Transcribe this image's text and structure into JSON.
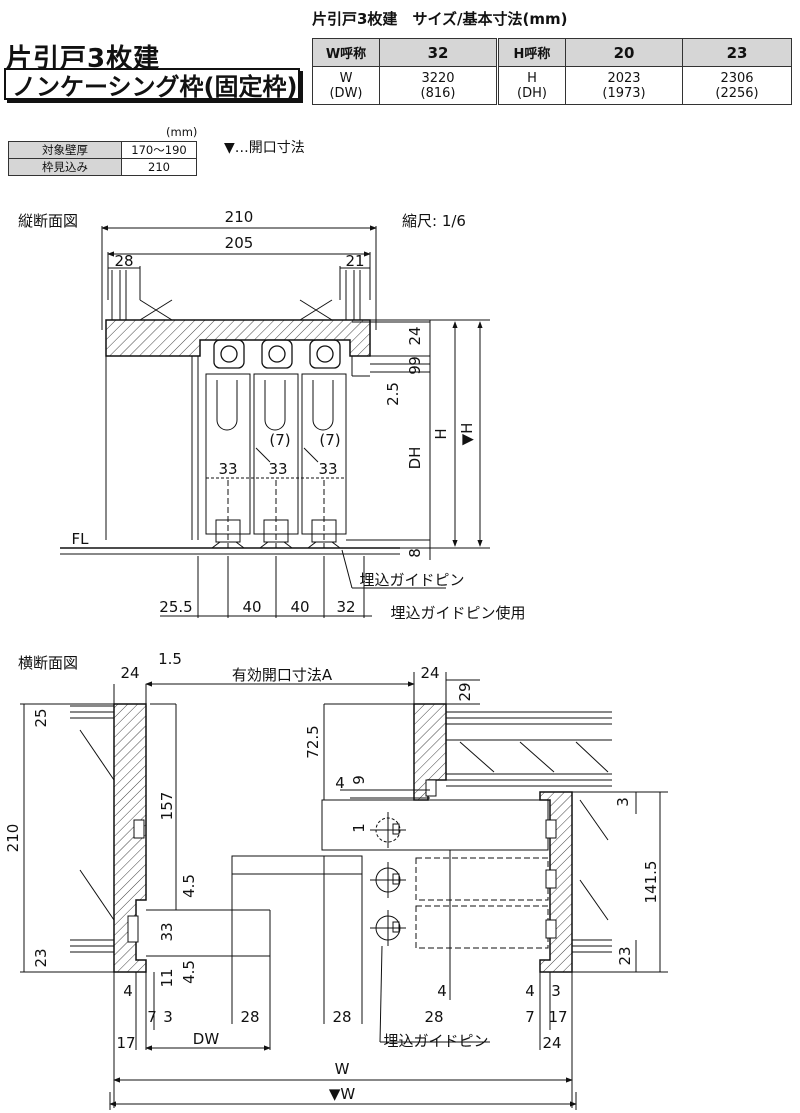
{
  "title": {
    "line1": "片引戸3枚建",
    "line2": "ノンケーシング枠(固定枠)"
  },
  "spec": {
    "title": "片引戸3枚建　サイズ/基本寸法(mm)",
    "w_header": "W呼称",
    "w_size": "32",
    "w_label": "W",
    "w_label_sub": "(DW)",
    "w_value": "3220",
    "w_value_sub": "(816)",
    "h_header": "H呼称",
    "h_size_1": "20",
    "h_size_2": "23",
    "h_label": "H",
    "h_label_sub": "(DH)",
    "h_value_1": "2023",
    "h_value_1_sub": "(1973)",
    "h_value_2": "2306",
    "h_value_2_sub": "(2256)"
  },
  "wall": {
    "unit": "(mm)",
    "row1_label": "対象壁厚",
    "row1_value": "170〜190",
    "row2_label": "枠見込み",
    "row2_value": "210"
  },
  "legend": "▼…開口寸法",
  "vertical": {
    "title": "縦断面図",
    "scale": "縮尺: 1/6",
    "d210": "210",
    "d205": "205",
    "d28": "28",
    "d21": "21",
    "d24": "24",
    "d9a": "9",
    "d9b": "9",
    "d2_5": "2.5",
    "dH": "H",
    "dHo": "▼H",
    "dDH": "DH",
    "d8": "8",
    "d7a": "(7)",
    "d7b": "(7)",
    "d33a": "33",
    "d33b": "33",
    "d33c": "33",
    "fl": "FL",
    "d25_5": "25.5",
    "d40a": "40",
    "d40b": "40",
    "d32": "32",
    "pin_label": "埋込ガイドピン",
    "pin_use": "埋込ガイドピン使用"
  },
  "horizontal": {
    "title": "横断面図",
    "d24a": "24",
    "d1_5": "1.5",
    "opening": "有効開口寸法A",
    "d24b": "24",
    "d29": "29",
    "d25": "25",
    "d210": "210",
    "d157": "157",
    "d4_5a": "4.5",
    "d33": "33",
    "d11": "11",
    "d4_5b": "4.5",
    "d23a": "23",
    "d4a": "4",
    "d7a": "7",
    "d3a": "3",
    "d17a": "17",
    "dDW": "DW",
    "d28a": "28",
    "d28b": "28",
    "d28c": "28",
    "d72_5": "72.5",
    "d4b": "4",
    "d9": "9",
    "d1": "1",
    "d3b": "3",
    "d141_5": "141.5",
    "d23b": "23",
    "d4c": "4",
    "d4d": "4",
    "d3c": "3",
    "d7b": "7",
    "d17b": "17",
    "d24c": "24",
    "pin_label": "埋込ガイドピン",
    "dW": "W",
    "dWo": "▼W"
  }
}
